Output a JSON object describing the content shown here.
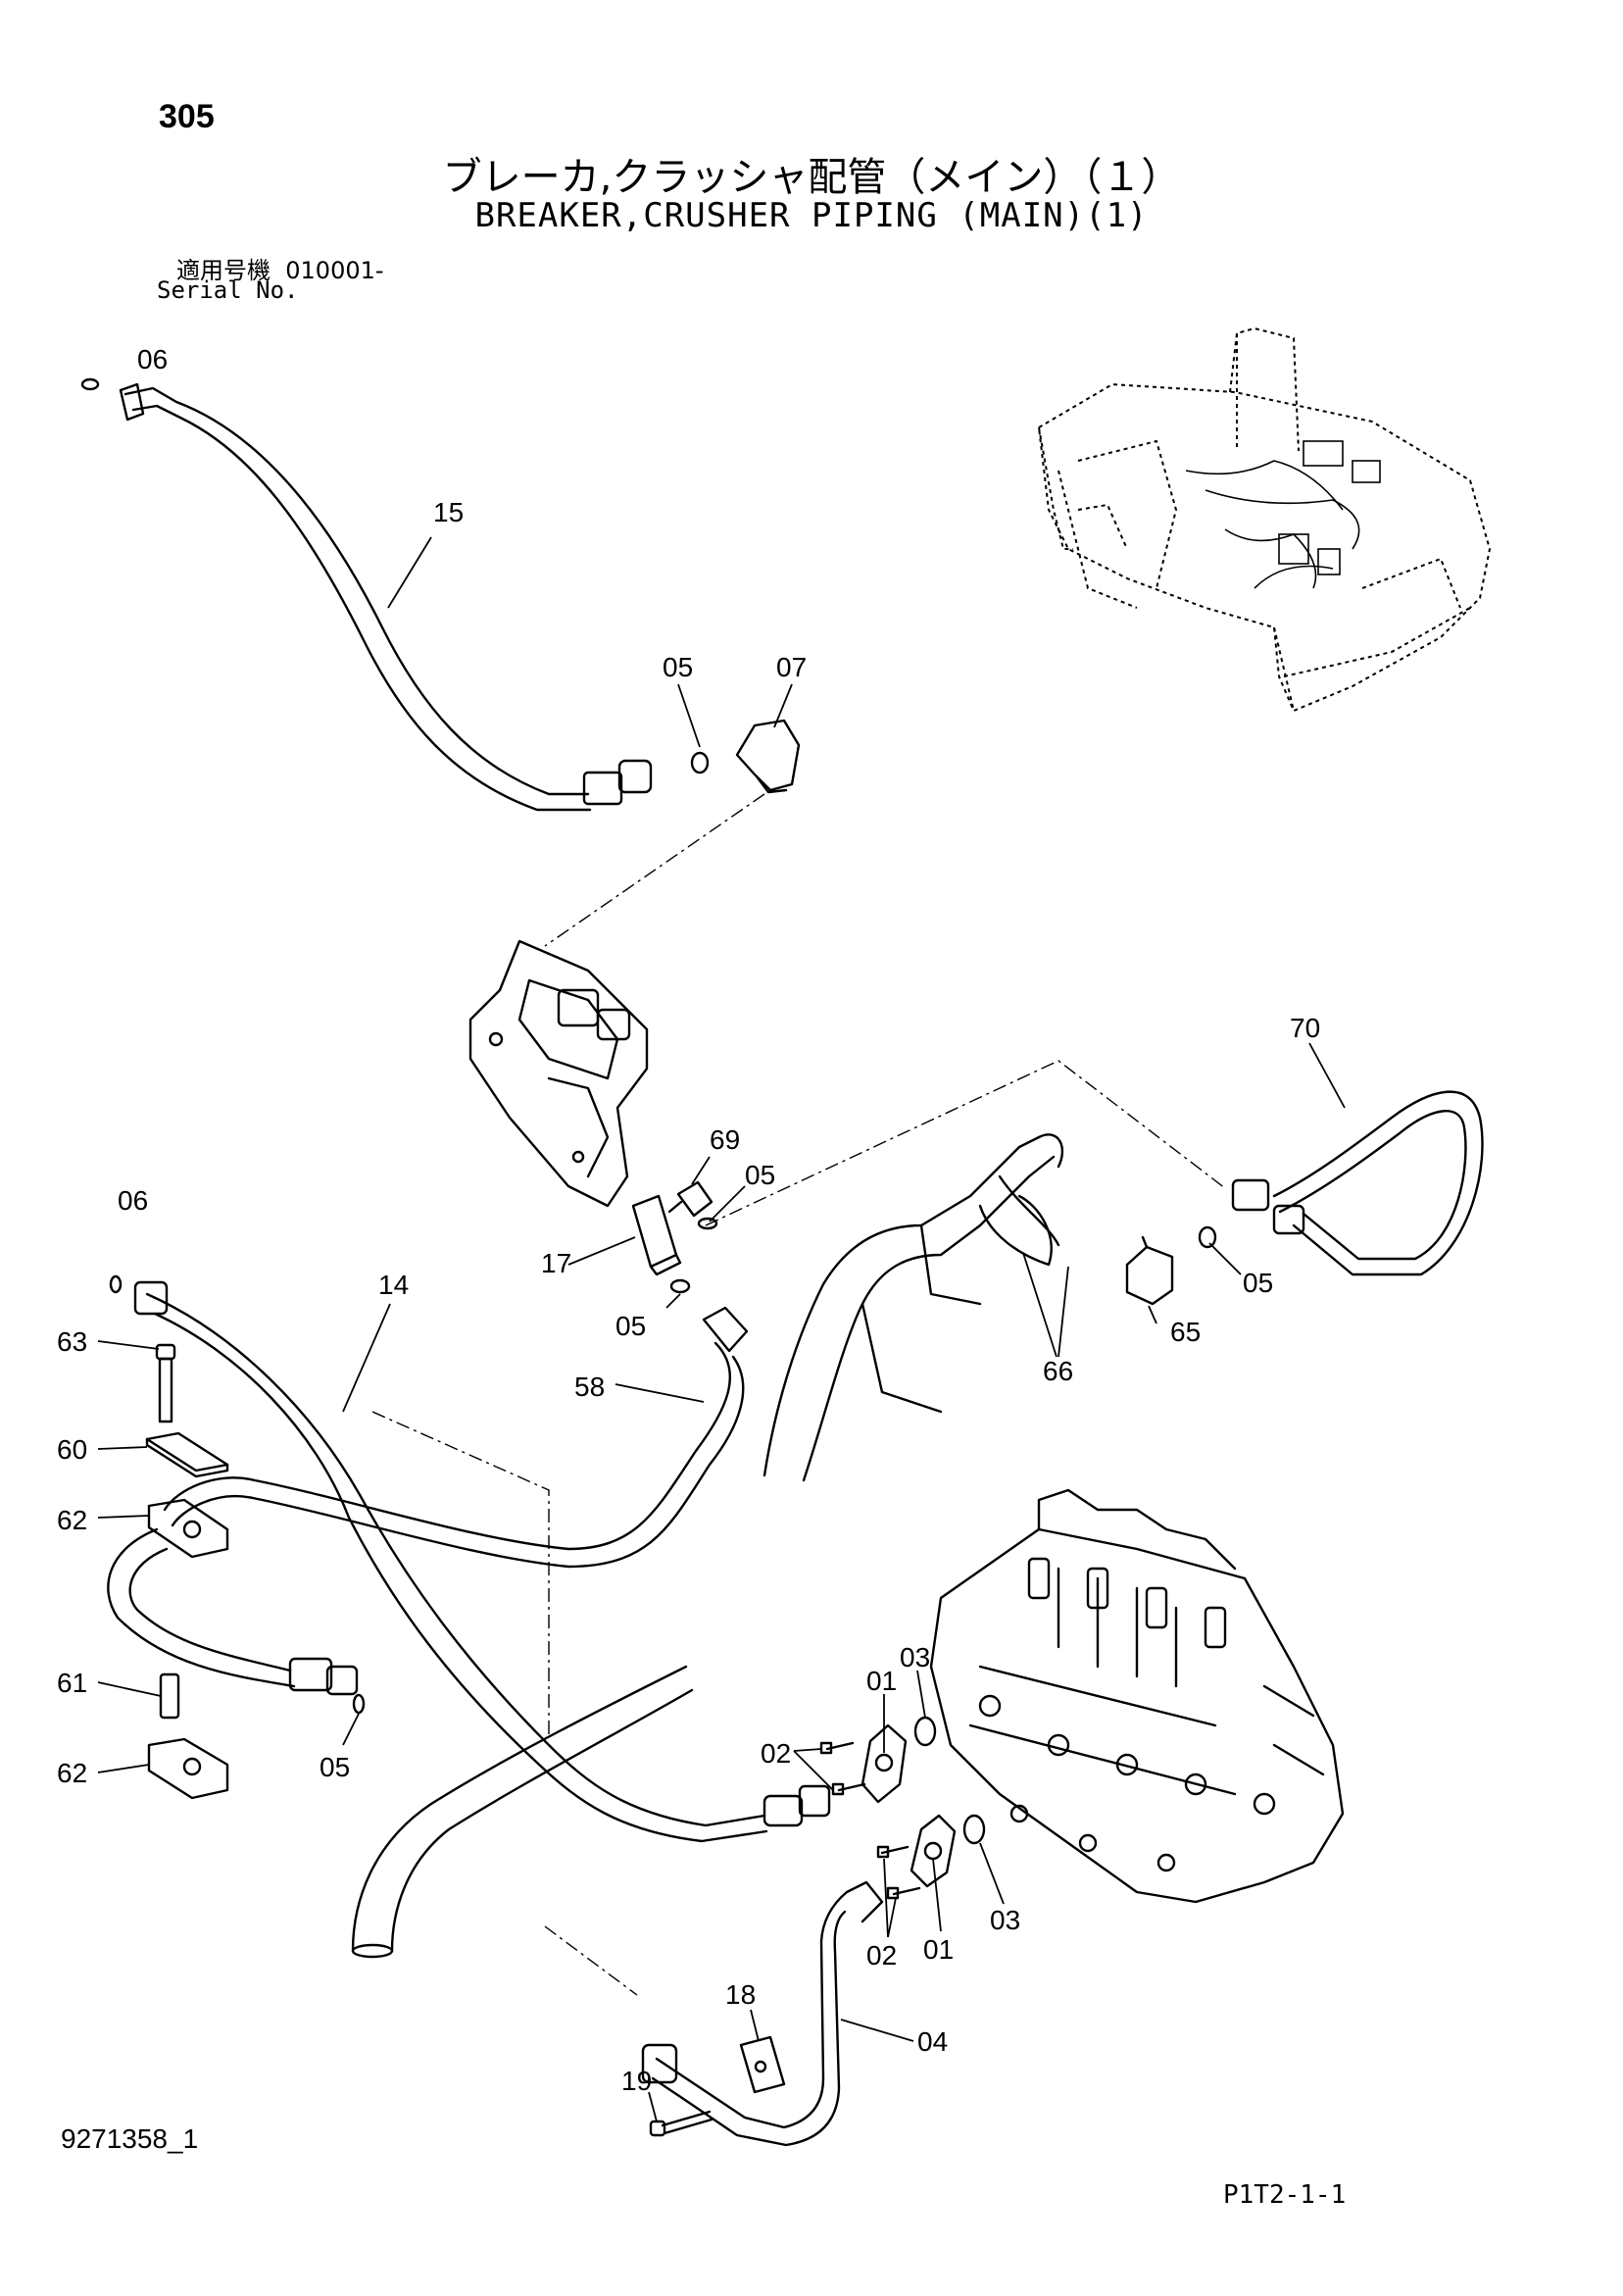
{
  "header": {
    "page_number": "305",
    "title_jp": "ブレーカ,クラッシャ配管（メイン）（１）",
    "title_en": "BREAKER,CRUSHER PIPING (MAIN)(1)",
    "serial_label_jp": "適用号機",
    "serial_value": "010001-",
    "serial_label_en": "Serial No."
  },
  "footer": {
    "document_id": "9271358_1",
    "page_reference": "P1T2-1-1"
  },
  "callouts": {
    "c06a": "06",
    "c15": "15",
    "c05a": "05",
    "c07": "07",
    "c70": "70",
    "c69": "69",
    "c05b": "05",
    "c06b": "06",
    "c17": "17",
    "c14": "14",
    "c05c": "05",
    "c05d": "05",
    "c65": "65",
    "c63": "63",
    "c58": "58",
    "c66": "66",
    "c60": "60",
    "c62a": "62",
    "c61": "61",
    "c62b": "62",
    "c05e": "05",
    "c01a": "01",
    "c03a": "03",
    "c02a": "02",
    "c03b": "03",
    "c02b": "02",
    "c01b": "01",
    "c18": "18",
    "c04": "04",
    "c19": "19"
  }
}
